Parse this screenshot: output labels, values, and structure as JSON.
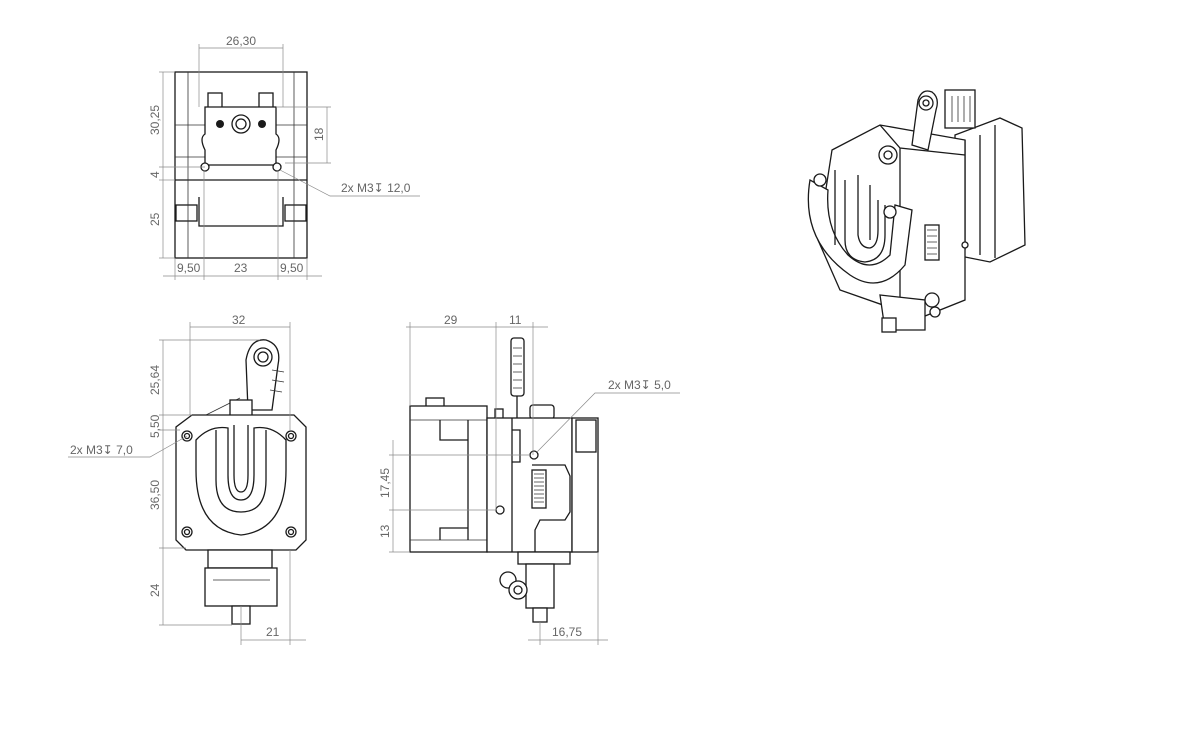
{
  "drawing": {
    "top_view": {
      "dims": {
        "width_top": "26,30",
        "height_upper": "30,25",
        "height_right": "18",
        "gap": "4",
        "height_lower": "25",
        "bottom_left": "9,50",
        "bottom_mid": "23",
        "bottom_right": "9,50"
      },
      "note": "2x M3↧ 12,0"
    },
    "front_view": {
      "dims": {
        "width_top": "32",
        "lever_height": "25,64",
        "offset": "5,50",
        "body_height": "36,50",
        "nozzle_height": "24",
        "nozzle_offset": "21"
      },
      "note": "2x M3↧ 7,0"
    },
    "side_view": {
      "dims": {
        "width_left": "29",
        "width_right": "11",
        "hole_height": "17,45",
        "hole_low": "13",
        "nozzle_offset": "16,75"
      },
      "note": "2x M3↧ 5,0"
    }
  }
}
